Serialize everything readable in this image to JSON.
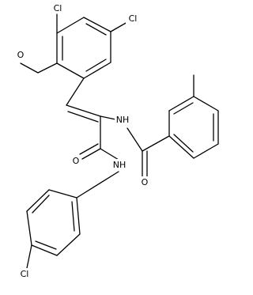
{
  "molecule": {
    "atoms": {
      "cl_top": "Cl",
      "cl_right": "Cl",
      "o_methoxy": "O",
      "nh_amide": "NH",
      "o_benzoyl": "O",
      "o_anilide": "O",
      "nh_anilide": "NH",
      "cl_bottom": "Cl"
    }
  }
}
